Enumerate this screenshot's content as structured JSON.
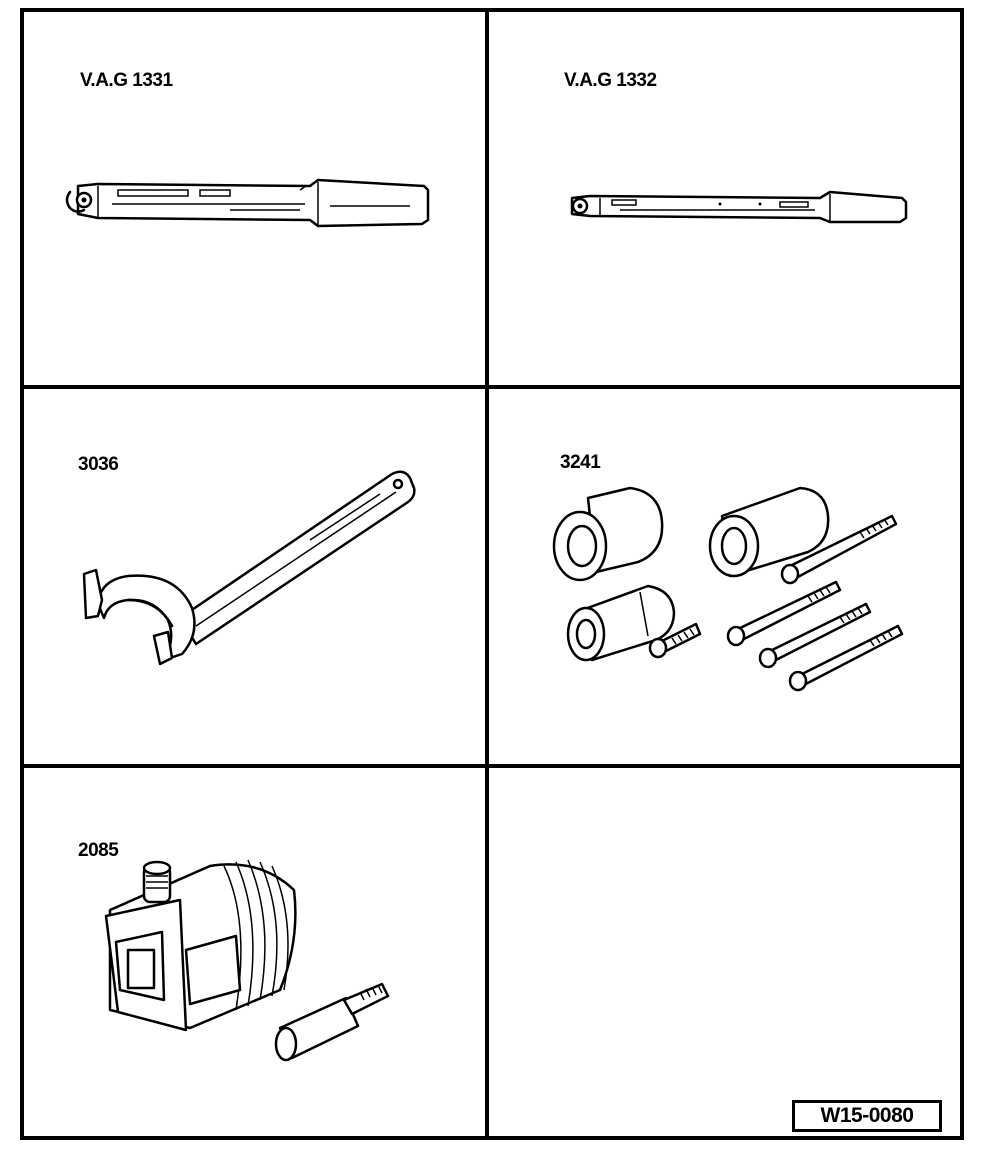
{
  "tools": [
    {
      "id": "vag1331",
      "label": "V.A.G 1331"
    },
    {
      "id": "vag1332",
      "label": "V.A.G 1332"
    },
    {
      "id": "t3036",
      "label": "3036"
    },
    {
      "id": "t3241",
      "label": "3241"
    },
    {
      "id": "t2085",
      "label": "2085"
    }
  ],
  "reference": "W15-0080"
}
